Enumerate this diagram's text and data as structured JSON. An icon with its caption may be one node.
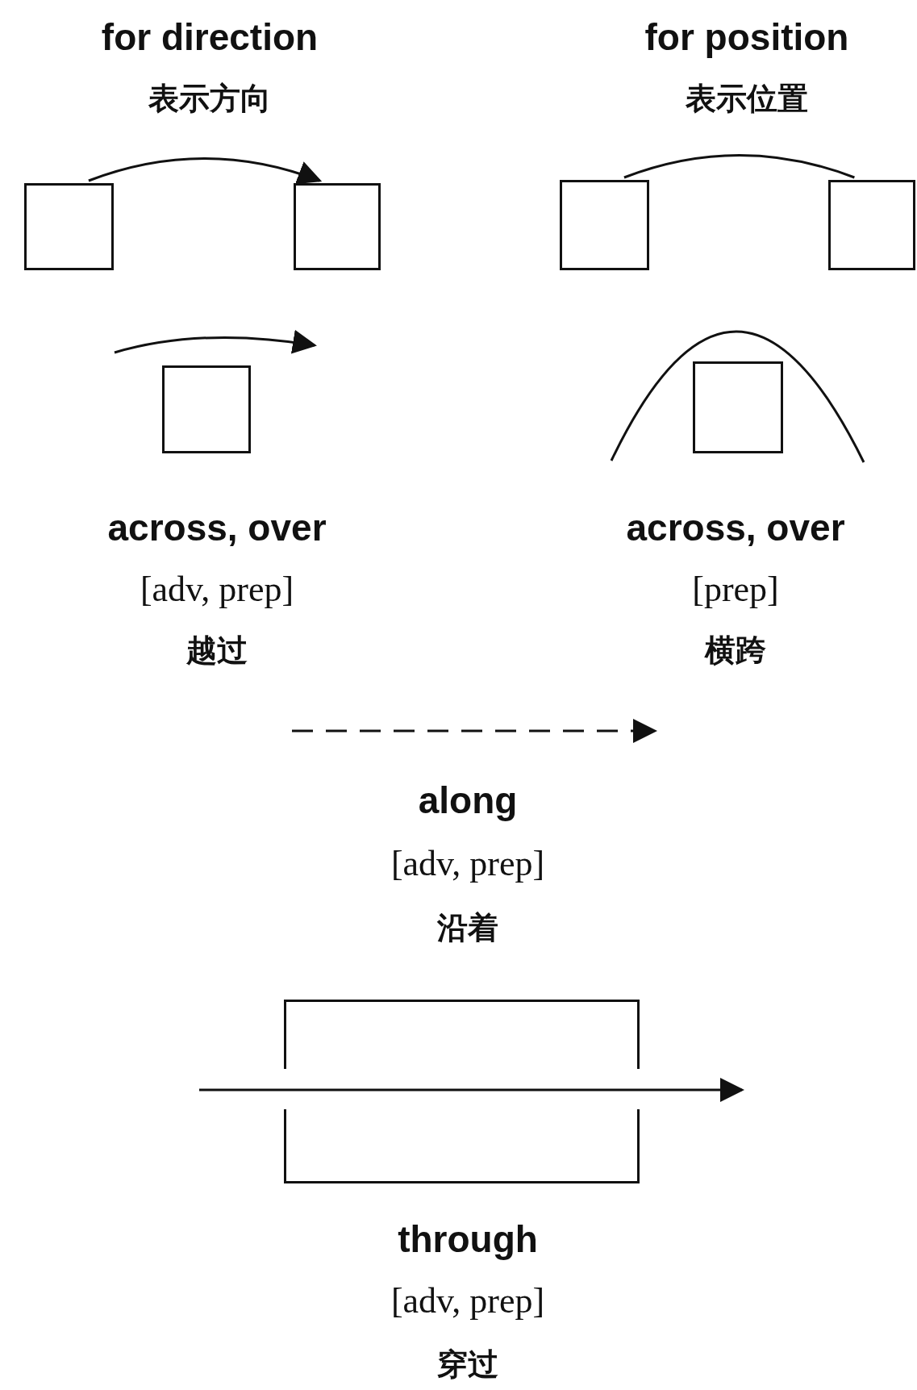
{
  "diagram": {
    "nodes": [
      {
        "text": [],
        "shape": "box"
      },
      {
        "text": [],
        "shape": "box"
      },
      {
        "text": [],
        "shape": "box"
      },
      {
        "text": [],
        "shape": "box"
      },
      {
        "text": [],
        "shape": "box"
      },
      {
        "text": [],
        "shape": "box"
      },
      {
        "text": [],
        "shape": "box"
      }
    ],
    "edges": [
      {
        "from": 0,
        "to": 1,
        "arrow": "to"
      },
      {
        "from": 2,
        "to": 3,
        "arrow": "none"
      }
    ],
    "labels": [
      "for direction",
      "表示方向",
      "for position",
      "表示位置",
      "across, over",
      "[adv, prep]",
      "越过",
      "across, over",
      "[prep]",
      "横跨",
      "along",
      "[adv, prep]",
      "沿着",
      "through",
      "[adv, prep]",
      "穿过"
    ]
  }
}
